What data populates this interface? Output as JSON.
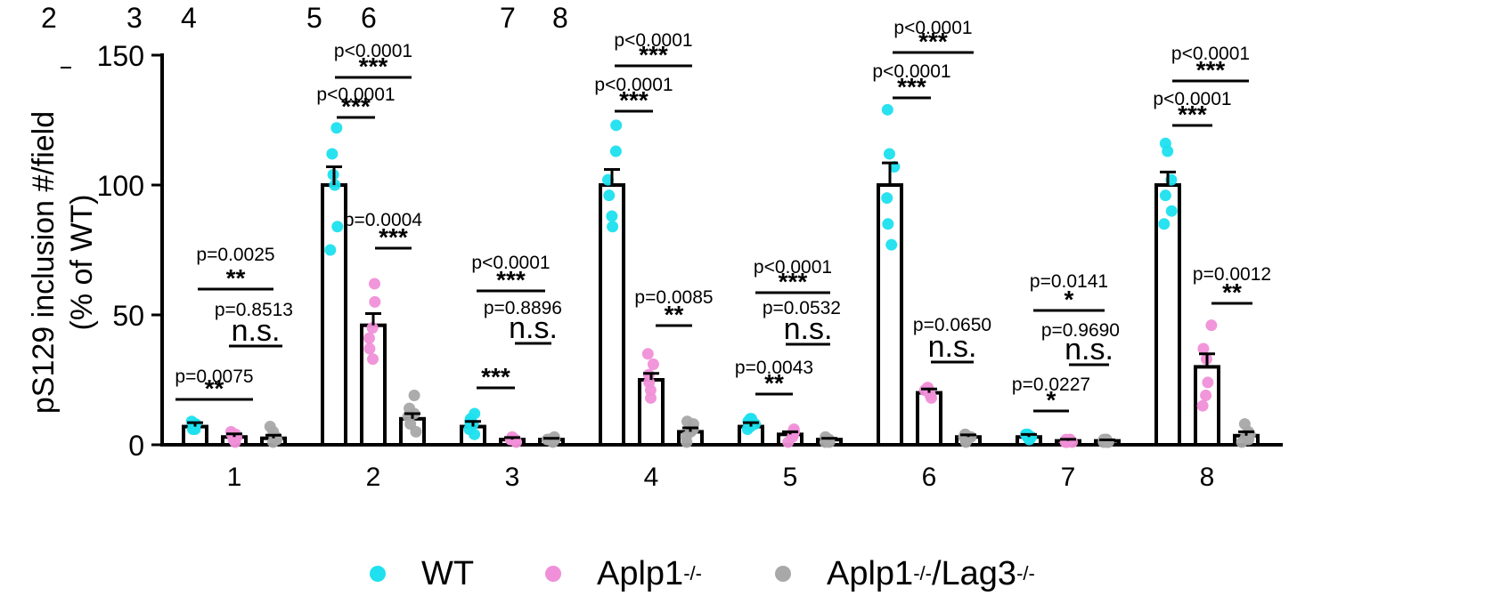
{
  "top_labels": [
    {
      "text": "2"
    },
    {
      "text": "3"
    },
    {
      "text": "4"
    },
    {
      "text": "5"
    },
    {
      "text": "6"
    },
    {
      "text": "7"
    },
    {
      "text": "8"
    }
  ],
  "chart_data": {
    "type": "bar",
    "ylabel_line1": "pS129 inclusion #/field",
    "ylabel_line2": "(% of WT)",
    "ylim": [
      0,
      150
    ],
    "yticks": [
      0,
      50,
      100,
      150
    ],
    "categories": [
      "1",
      "2",
      "3",
      "4",
      "5",
      "6",
      "7",
      "8"
    ],
    "series": [
      {
        "name": "WT",
        "color": "#1ee0ee",
        "values": [
          7,
          100,
          7,
          100,
          7,
          100,
          3,
          100
        ],
        "errors": [
          1.5,
          7,
          2,
          6,
          1.5,
          8.5,
          1,
          5
        ],
        "points": [
          [
            6,
            8,
            9,
            6,
            7,
            8
          ],
          [
            75,
            84,
            100,
            104,
            112,
            122
          ],
          [
            4,
            6,
            8,
            10,
            12,
            9
          ],
          [
            84,
            88,
            96,
            102,
            113,
            123
          ],
          [
            6,
            7,
            8,
            9,
            10,
            10
          ],
          [
            77,
            85,
            95,
            107,
            112,
            129
          ],
          [
            2,
            3,
            4,
            3,
            4,
            4
          ],
          [
            85,
            90,
            96,
            102,
            113,
            116
          ]
        ]
      },
      {
        "name": "Aplp1",
        "color": "#f090d8",
        "values": [
          3,
          46,
          2,
          25,
          4,
          20,
          1.5,
          30
        ],
        "errors": [
          1.2,
          4.5,
          0.8,
          2.5,
          1,
          1.5,
          0.6,
          5
        ],
        "points": [
          [
            1,
            2,
            3,
            4,
            5,
            4
          ],
          [
            33,
            37,
            41,
            45,
            55,
            62
          ],
          [
            1,
            2,
            2,
            3,
            2,
            2
          ],
          [
            18,
            21,
            24,
            27,
            31,
            35
          ],
          [
            1,
            3,
            4,
            5,
            6,
            5
          ],
          [
            18,
            19,
            20,
            21,
            22,
            22
          ],
          [
            1,
            1,
            2,
            2,
            2,
            1
          ],
          [
            15,
            19,
            24,
            33,
            37,
            46
          ]
        ]
      },
      {
        "name": "Aplp1/Lag3",
        "color": "#a8a8a8",
        "values": [
          2.5,
          10,
          2,
          5,
          2,
          3,
          1.5,
          3.5
        ],
        "errors": [
          1.2,
          2,
          0.5,
          1.5,
          0.5,
          0.8,
          0.4,
          1.5
        ],
        "points": [
          [
            1,
            2,
            3,
            5,
            7,
            3
          ],
          [
            5,
            8,
            11,
            14,
            19,
            12
          ],
          [
            1,
            2,
            2,
            3,
            2,
            2
          ],
          [
            1,
            3,
            5,
            6,
            8,
            9
          ],
          [
            1,
            1,
            2,
            2,
            3,
            2
          ],
          [
            1,
            2,
            3,
            4,
            4,
            3
          ],
          [
            1,
            1,
            2,
            2,
            1,
            2
          ],
          [
            1,
            2,
            3,
            5,
            8,
            4
          ]
        ]
      }
    ],
    "comparisons": [
      {
        "group": 0,
        "pair": "wt-aplp1",
        "p": "p=0.0075",
        "sig": "**"
      },
      {
        "group": 0,
        "pair": "aplp1-dko",
        "p": "p=0.8513",
        "sig": "n.s."
      },
      {
        "group": 0,
        "pair": "wt-dko",
        "p": "p=0.0025",
        "sig": "**"
      },
      {
        "group": 1,
        "pair": "wt-aplp1",
        "p": "p<0.0001",
        "sig": "***"
      },
      {
        "group": 1,
        "pair": "aplp1-dko",
        "p": "p=0.0004",
        "sig": "***"
      },
      {
        "group": 1,
        "pair": "wt-dko",
        "p": "p<0.0001",
        "sig": "***"
      },
      {
        "group": 2,
        "pair": "wt-aplp1",
        "p": "",
        "sig": "***"
      },
      {
        "group": 2,
        "pair": "aplp1-dko",
        "p": "p=0.8896",
        "sig": "n.s."
      },
      {
        "group": 2,
        "pair": "wt-dko",
        "p": "p<0.0001",
        "sig": "***"
      },
      {
        "group": 3,
        "pair": "wt-aplp1",
        "p": "p<0.0001",
        "sig": "***"
      },
      {
        "group": 3,
        "pair": "aplp1-dko",
        "p": "p=0.0085",
        "sig": "**"
      },
      {
        "group": 3,
        "pair": "wt-dko",
        "p": "p<0.0001",
        "sig": "***"
      },
      {
        "group": 4,
        "pair": "wt-aplp1",
        "p": "p=0.0043",
        "sig": "**"
      },
      {
        "group": 4,
        "pair": "aplp1-dko",
        "p": "p=0.0532",
        "sig": "n.s."
      },
      {
        "group": 4,
        "pair": "wt-dko",
        "p": "p<0.0001",
        "sig": "***"
      },
      {
        "group": 5,
        "pair": "wt-aplp1",
        "p": "p<0.0001",
        "sig": "***"
      },
      {
        "group": 5,
        "pair": "aplp1-dko",
        "p": "p=0.0650",
        "sig": "n.s."
      },
      {
        "group": 5,
        "pair": "wt-dko",
        "p": "p<0.0001",
        "sig": "***"
      },
      {
        "group": 6,
        "pair": "wt-aplp1",
        "p": "p=0.0227",
        "sig": "*"
      },
      {
        "group": 6,
        "pair": "aplp1-dko",
        "p": "p=0.9690",
        "sig": "n.s."
      },
      {
        "group": 6,
        "pair": "wt-dko",
        "p": "p=0.0141",
        "sig": "*"
      },
      {
        "group": 7,
        "pair": "wt-aplp1",
        "p": "p<0.0001",
        "sig": "***"
      },
      {
        "group": 7,
        "pair": "aplp1-dko",
        "p": "p=0.0012",
        "sig": "**"
      },
      {
        "group": 7,
        "pair": "wt-dko",
        "p": "p<0.0001",
        "sig": "***"
      }
    ]
  },
  "legend": {
    "wt": {
      "label": "WT",
      "color": "#1ee0ee"
    },
    "aplp1": {
      "label": "Aplp1",
      "sup": "-/-",
      "color": "#f090d8"
    },
    "dko": {
      "label_a": "Aplp1",
      "sup_a": "-/-",
      "label_b": "/Lag3",
      "sup_b": "-/-",
      "color": "#a8a8a8"
    }
  }
}
